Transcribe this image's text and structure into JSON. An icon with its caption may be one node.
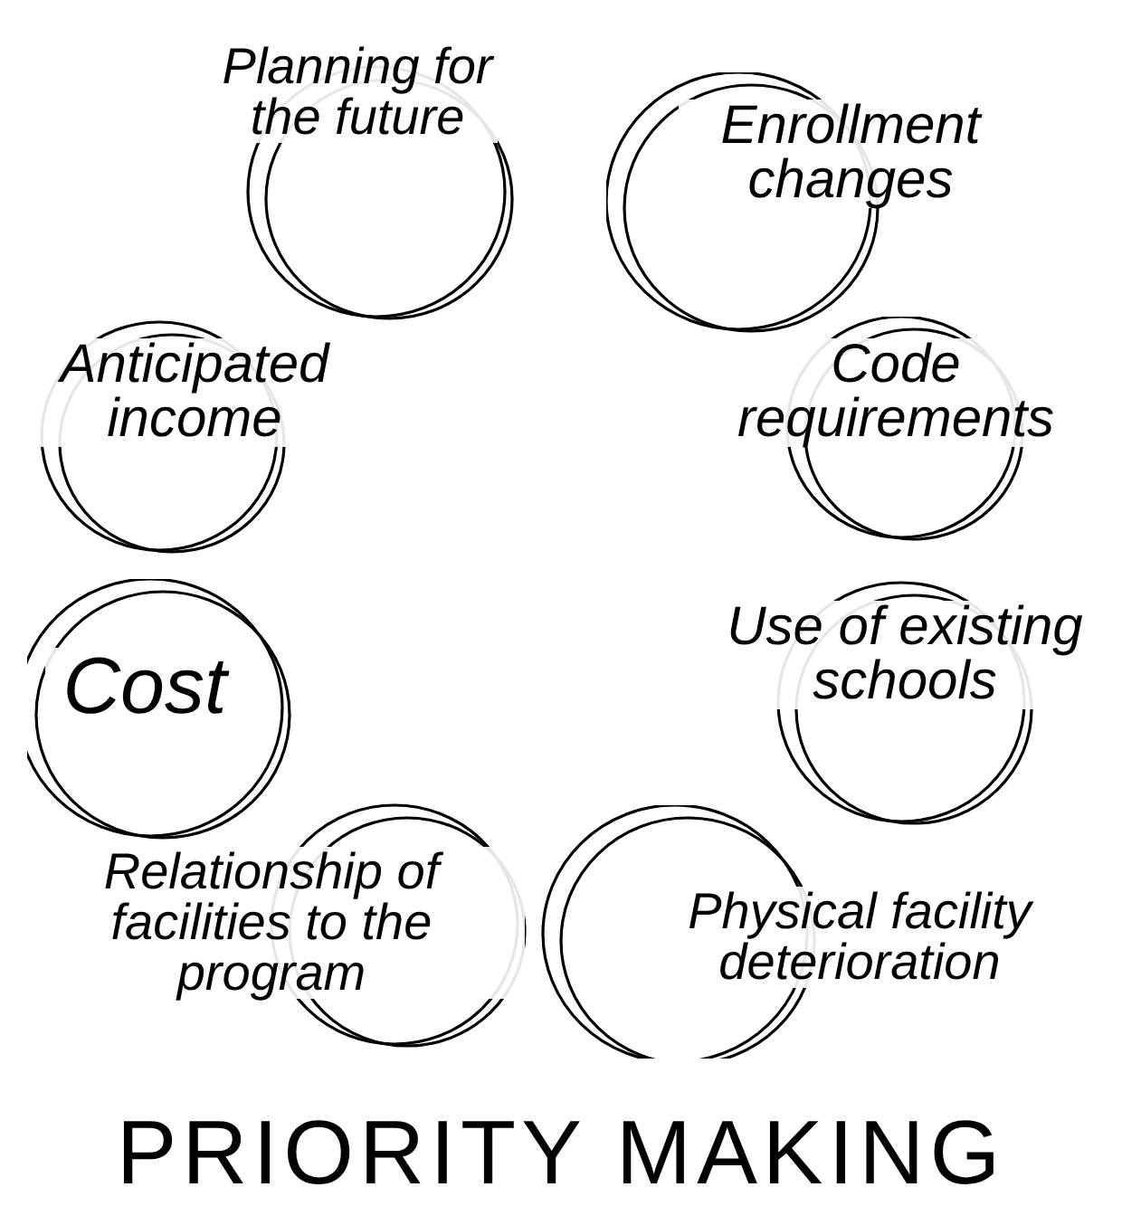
{
  "diagram": {
    "title": "PRIORITY MAKING",
    "nodes": [
      {
        "text": [
          "Planning for the future"
        ]
      },
      {
        "text": [
          "Enrollment changes"
        ]
      },
      {
        "text": [
          "Anticipated income"
        ]
      },
      {
        "text": [
          "Code requirements"
        ]
      },
      {
        "text": [
          "Cost"
        ]
      },
      {
        "text": [
          "Use of existing schools"
        ]
      },
      {
        "text": [
          "Relationship of facilities to the program"
        ]
      },
      {
        "text": [
          "Physical facility deterioration"
        ]
      }
    ],
    "edges": []
  }
}
